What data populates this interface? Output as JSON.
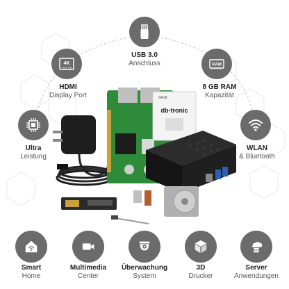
{
  "features": [
    {
      "title": "USB 3.0",
      "subtitle": "Anschluss",
      "icon": "usb-drive-icon"
    },
    {
      "title": "HDMI",
      "subtitle": "Display Port",
      "icon": "4k-display-icon",
      "badge_top": "4K",
      "badge_bottom": "FULL HD"
    },
    {
      "title": "8 GB RAM",
      "subtitle": "Kapazität",
      "icon": "ram-icon",
      "badge": "RAM"
    },
    {
      "title": "Ultra",
      "subtitle": "Leistung",
      "icon": "cpu-icon"
    },
    {
      "title": "WLAN",
      "subtitle": "& Bluetooth",
      "icon": "wifi-icon"
    }
  ],
  "uses": [
    {
      "title": "Smart",
      "subtitle": "Home",
      "icon": "smart-home-icon"
    },
    {
      "title": "Multimedia",
      "subtitle": "Center",
      "icon": "video-camera-icon"
    },
    {
      "title": "Überwachung",
      "subtitle": "System",
      "icon": "security-camera-icon"
    },
    {
      "title": "3D",
      "subtitle": "Drucker",
      "icon": "3d-cube-icon"
    },
    {
      "title": "Server",
      "subtitle": "Anwendungen",
      "icon": "cloud-server-icon"
    }
  ],
  "product": {
    "brand": "db-tronic",
    "card_label": "64GB"
  },
  "colors": {
    "icon_circle": "#6b6b6b",
    "text_dark": "#222222",
    "text_light": "#555555"
  }
}
